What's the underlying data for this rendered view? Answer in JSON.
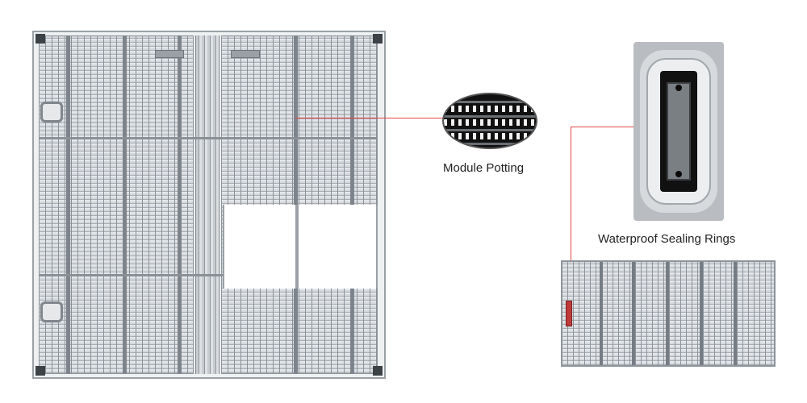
{
  "callouts": {
    "module_potting": "Module Potting",
    "waterproof_sealing": "Waterproof Sealing Rings"
  },
  "colors": {
    "callout_line": "#e64545",
    "frame": "#9aa0a6",
    "background": "#ffffff"
  },
  "images": {
    "cabinet": "transparent-led-cabinet-rear",
    "potting_detail": "led-module-potting-closeup",
    "sealing_detail": "waterproof-sealing-ring-closeup",
    "module": "led-module-rear"
  }
}
